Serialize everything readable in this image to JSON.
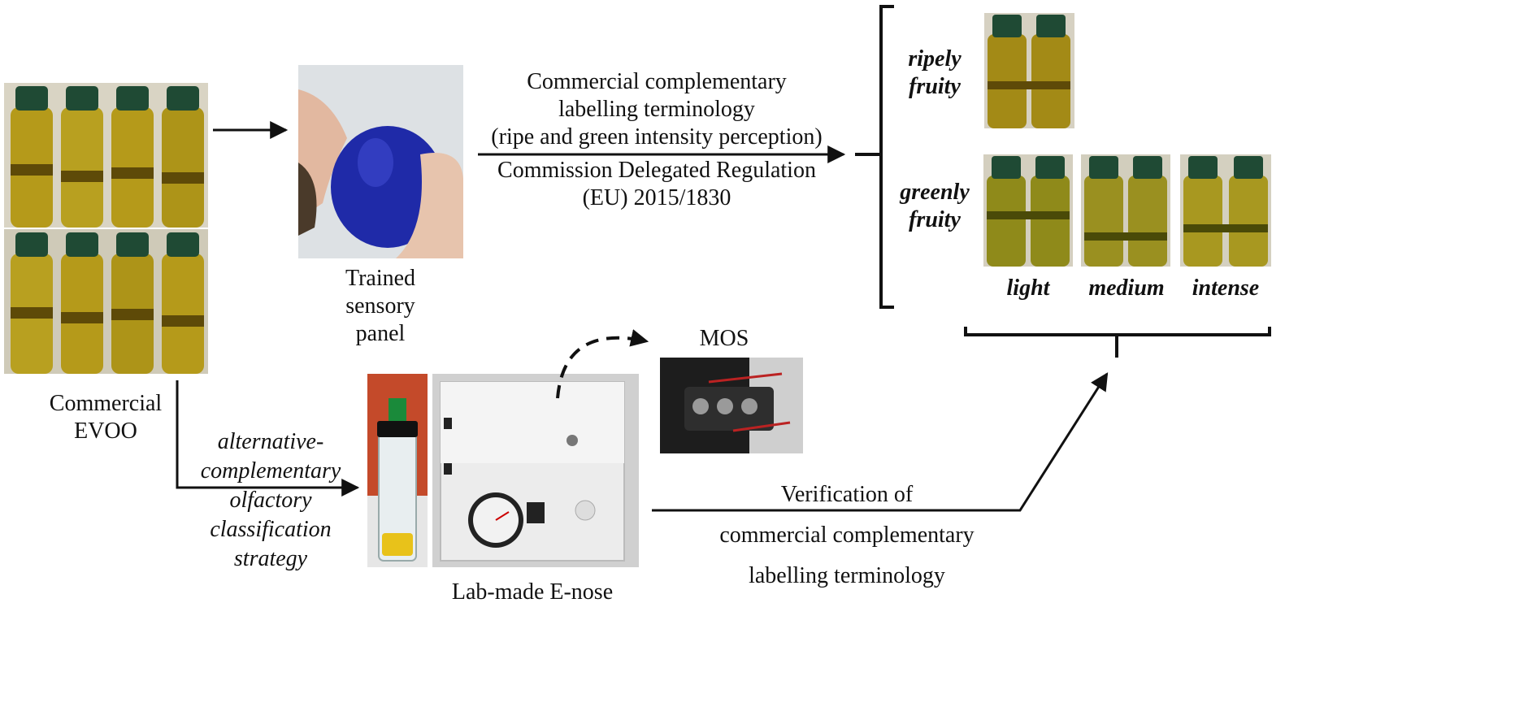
{
  "nodes": {
    "commercial_evoo": [
      "Commercial",
      "EVOO"
    ],
    "sensory_panel": [
      "Trained",
      "sensory",
      "panel"
    ],
    "terminology_top": [
      "Commercial complementary",
      "labelling terminology",
      "(ripe and green intensity perception)"
    ],
    "regulation": [
      "Commission Delegated Regulation",
      "(EU) 2015/1830"
    ],
    "ripely": [
      "ripely",
      "fruity"
    ],
    "greenly": [
      "greenly",
      "fruity"
    ],
    "intensity": {
      "light": "light",
      "medium": "medium",
      "intense": "intense"
    },
    "mos": "MOS",
    "strategy": [
      "alternative-",
      "complementary",
      "olfactory",
      "classification",
      "strategy"
    ],
    "enose": "Lab-made E-nose",
    "verification": [
      "Verification of",
      "commercial complementary",
      "labelling terminology"
    ]
  },
  "colors": {
    "ink": "#111111",
    "oil": "#b59a1a",
    "oil_dark": "#5e4a08",
    "cap": "#1f4a34",
    "glass_blue": "#1f2aa8",
    "device": "#e9e9e9"
  }
}
